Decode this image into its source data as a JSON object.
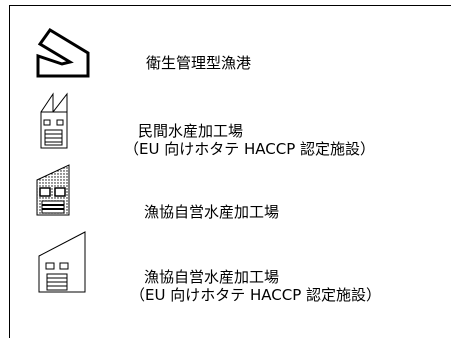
{
  "legend": {
    "items": [
      {
        "icon": "harbor-pentagon-icon",
        "lines": [
          "衛生管理型漁港"
        ]
      },
      {
        "icon": "private-factory-icon",
        "lines": [
          "民間水産加工場",
          "（EU 向けホタテ HACCP 認定施設）"
        ]
      },
      {
        "icon": "cooperative-factory-hatched-icon",
        "lines": [
          "漁協自営水産加工場"
        ]
      },
      {
        "icon": "cooperative-factory-icon",
        "lines": [
          "漁協自営水産加工場",
          "（EU 向けホタテ HACCP 認定施設）"
        ]
      }
    ]
  }
}
